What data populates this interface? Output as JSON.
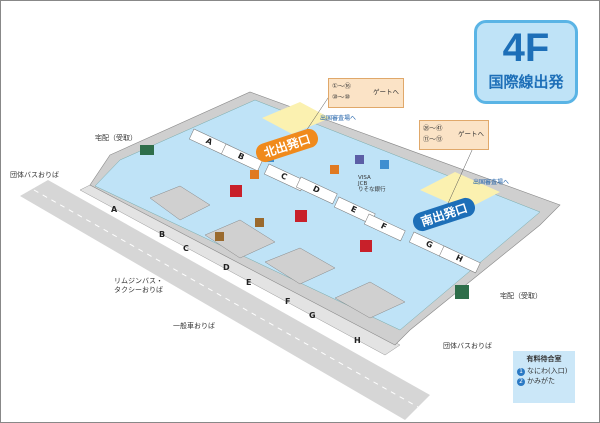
{
  "floor": {
    "level": "4F",
    "title": "国際線出発"
  },
  "exits": {
    "north": "北出発口",
    "south": "南出発口"
  },
  "immigration": [
    "出国審査場へ",
    "出国審査場へ"
  ],
  "gate_callouts": [
    {
      "line1": "①～⑯",
      "line2": "⑩～⑩",
      "suffix": "ゲートへ"
    },
    {
      "line1": "㉖～㊶",
      "line2": "⑪～⑬",
      "suffix": "ゲートへ"
    }
  ],
  "bank": {
    "line1": "VISA",
    "line2": "JCB",
    "line3": "りそな銀行"
  },
  "counters": [
    "A",
    "B",
    "C",
    "D",
    "E",
    "F",
    "G",
    "H"
  ],
  "curb_labels": {
    "delivery_left": "宅配（受取）",
    "delivery_right": "宅配（受取）",
    "group_bus_left": "団体バスおりば",
    "group_bus_right": "団体バスおりば",
    "limousine": "リムジンバス・",
    "taxi": "タクシーおりば",
    "general_car": "一般車おりば"
  },
  "lounge_legend": {
    "title": "有料待合室",
    "items": [
      {
        "num": "1",
        "label": "なにわ(入口)"
      },
      {
        "num": "2",
        "label": "かみがた"
      }
    ]
  },
  "colors": {
    "concourse": "#bfe3f7",
    "exit_north": "#f08a1c",
    "exit_south": "#1d6fb8",
    "road": "#d6d6d6",
    "callout": "#fbe3c6"
  }
}
